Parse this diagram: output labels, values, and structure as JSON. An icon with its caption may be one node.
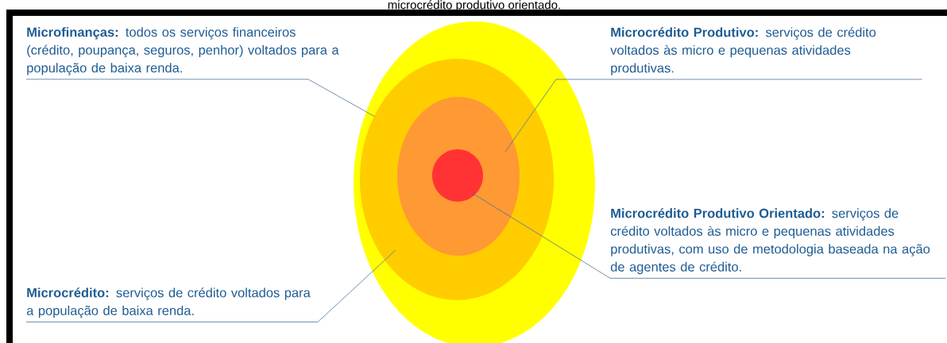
{
  "diagram": {
    "nodes": [
      {
        "text": [
          "**Microfinanças:** todos os serviços financeiros (crédito, poupança, seguros, penhor) voltados para a população de baixa renda."
        ]
      },
      {
        "text": [
          "**Microcrédito Produtivo:** serviços de crédito voltados às micro e pequenas atividades produtivas."
        ]
      },
      {
        "text": [],
        "shape": "ellipse"
      },
      {
        "text": [],
        "shape": "ellipse",
        "in": 2
      },
      {
        "text": [],
        "shape": "ellipse",
        "in": 3
      },
      {
        "text": [],
        "shape": "ellipse",
        "in": 4
      },
      {
        "text": [
          "**Microcrédito Produtivo Orientado:** serviços de crédito voltados às micro e pequenas atividades produtivas, com uso de metodologia baseada na ação de agentes de crédito."
        ]
      },
      {
        "text": [
          "**Microcrédito:** serviços de crédito voltados para a população de baixa renda."
        ]
      }
    ],
    "edges": [
      {
        "from": 0,
        "to": 2,
        "arrow": "none"
      },
      {
        "from": 1,
        "to": 4,
        "arrow": "none"
      },
      {
        "from": 6,
        "to": 5,
        "arrow": "none"
      },
      {
        "from": 7,
        "to": 3,
        "arrow": "none"
      }
    ],
    "labels": [
      "microcrédito produtivo orientado."
    ]
  }
}
